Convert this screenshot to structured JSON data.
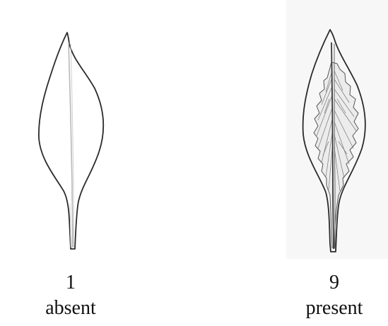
{
  "figures": [
    {
      "code": "1",
      "label": "absent",
      "venation_coloration": "absent"
    },
    {
      "code": "9",
      "label": "present",
      "venation_coloration": "present"
    }
  ],
  "colors": {
    "outline": "#2a2a2a",
    "midrib_plain": "#b8b8b8",
    "hatching": "#777777",
    "background_right": "#f7f7f7"
  }
}
